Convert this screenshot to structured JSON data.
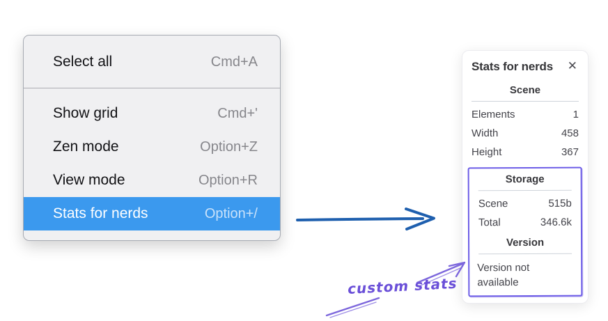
{
  "context_menu": {
    "items": [
      {
        "label": "Select all",
        "shortcut": "Cmd+A",
        "selected": false
      },
      {
        "label": "Show grid",
        "shortcut": "Cmd+'",
        "selected": false
      },
      {
        "label": "Zen mode",
        "shortcut": "Option+Z",
        "selected": false
      },
      {
        "label": "View mode",
        "shortcut": "Option+R",
        "selected": false
      },
      {
        "label": "Stats for nerds",
        "shortcut": "Option+/",
        "selected": true
      }
    ],
    "highlight_color": "#3b99ee",
    "background_color": "#f0f0f2"
  },
  "stats_panel": {
    "title": "Stats for nerds",
    "close_glyph": "✕",
    "sections": [
      {
        "heading": "Scene",
        "rows": [
          [
            "Elements",
            "1"
          ],
          [
            "Width",
            "458"
          ],
          [
            "Height",
            "367"
          ]
        ]
      },
      {
        "heading": "Storage",
        "rows": [
          [
            "Scene",
            "515b"
          ],
          [
            "Total",
            "346.6k"
          ]
        ]
      },
      {
        "heading": "Version",
        "note": "Version not available"
      }
    ]
  },
  "annotation": {
    "label": "custom stats",
    "box_color": "#6c5ce7",
    "arrow_color": "#7c66dc"
  },
  "pointer_arrow_color": "#1e5fae"
}
